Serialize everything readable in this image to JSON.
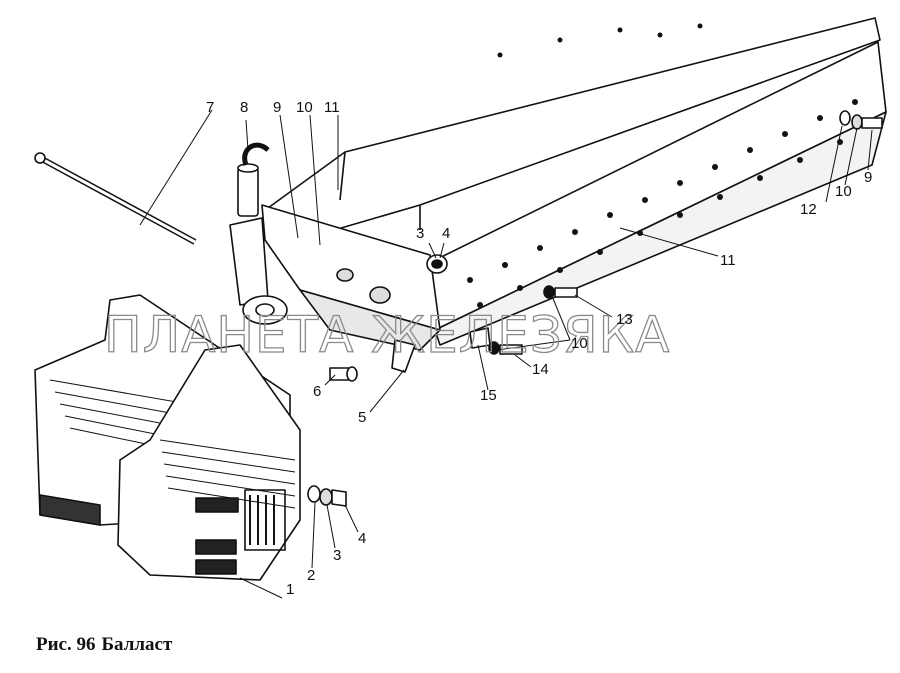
{
  "caption": {
    "prefix": "Рис. 96",
    "title": "Балласт"
  },
  "watermark": "ПЛАНЕТА ЖЕЛЕЗЯКА",
  "callouts": [
    "1",
    "2",
    "3",
    "4",
    "5",
    "6",
    "7",
    "8",
    "9",
    "10",
    "11",
    "3",
    "4",
    "9",
    "10",
    "12",
    "10",
    "11",
    "13",
    "14",
    "15"
  ]
}
